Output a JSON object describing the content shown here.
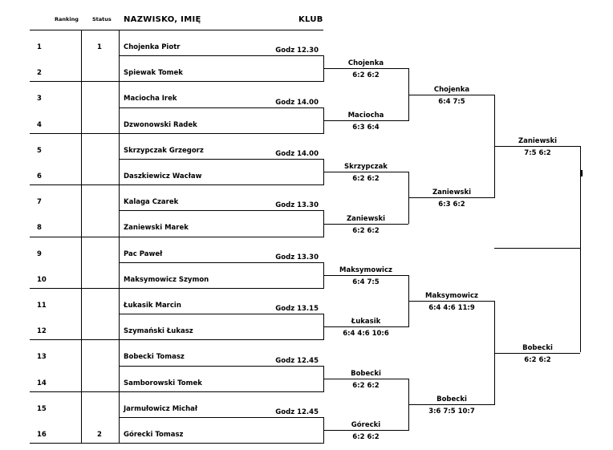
{
  "header": {
    "ranking": "Ranking",
    "status": "Status",
    "name": "NAZWISKO, IMIĘ",
    "club": "KLUB"
  },
  "players": [
    {
      "rank": "1",
      "status": "1",
      "name": "Chojenka Piotr"
    },
    {
      "rank": "2",
      "status": "",
      "name": "Spiewak Tomek"
    },
    {
      "rank": "3",
      "status": "",
      "name": "Maciocha Irek"
    },
    {
      "rank": "4",
      "status": "",
      "name": "Dzwonowski Radek"
    },
    {
      "rank": "5",
      "status": "",
      "name": "Skrzypczak Grzegorz"
    },
    {
      "rank": "6",
      "status": "",
      "name": "Daszkiewicz Wacław"
    },
    {
      "rank": "7",
      "status": "",
      "name": "Kalaga Czarek"
    },
    {
      "rank": "8",
      "status": "",
      "name": "Zaniewski Marek"
    },
    {
      "rank": "9",
      "status": "",
      "name": "Pac Paweł"
    },
    {
      "rank": "10",
      "status": "",
      "name": "Maksymowicz Szymon"
    },
    {
      "rank": "11",
      "status": "",
      "name": "Łukasik Marcin"
    },
    {
      "rank": "12",
      "status": "",
      "name": "Szymański Łukasz"
    },
    {
      "rank": "13",
      "status": "",
      "name": "Bobecki Tomasz"
    },
    {
      "rank": "14",
      "status": "",
      "name": "Samborowski Tomek"
    },
    {
      "rank": "15",
      "status": "",
      "name": "Jarmułowicz Michał"
    },
    {
      "rank": "16",
      "status": "2",
      "name": "Górecki Tomasz"
    }
  ],
  "round1": [
    {
      "time": "Godz 12.30",
      "winner": "Chojenka",
      "score": "6:2  6:2"
    },
    {
      "time": "Godz 14.00",
      "winner": "Maciocha",
      "score": "6:3  6:4"
    },
    {
      "time": "Godz 14.00",
      "winner": "Skrzypczak",
      "score": "6:2  6:2"
    },
    {
      "time": "Godz 13.30",
      "winner": "Zaniewski",
      "score": "6:2  6:2"
    },
    {
      "time": "Godz 13.30",
      "winner": "Maksymowicz",
      "score": "6:4  7:5"
    },
    {
      "time": "Godz 13.15",
      "winner": "Łukasik",
      "score": "6:4  4:6  10:6"
    },
    {
      "time": "Godz 12.45",
      "winner": "Bobecki",
      "score": "6:2  6:2"
    },
    {
      "time": "Godz 12.45",
      "winner": "Górecki",
      "score": "6:2  6:2"
    }
  ],
  "round2": [
    {
      "winner": "Chojenka",
      "score": "6:4  7:5"
    },
    {
      "winner": "Zaniewski",
      "score": "6:3  6:2"
    },
    {
      "winner": "Maksymowicz",
      "score": "6:4  4:6  11:9"
    },
    {
      "winner": "Bobecki",
      "score": "3:6  7:5  10:7"
    }
  ],
  "round3": [
    {
      "winner": "Zaniewski",
      "score": "7:5  6:2"
    },
    {
      "winner": "Bobecki",
      "score": "6:2  6:2"
    }
  ],
  "final": {
    "mark": "I"
  }
}
